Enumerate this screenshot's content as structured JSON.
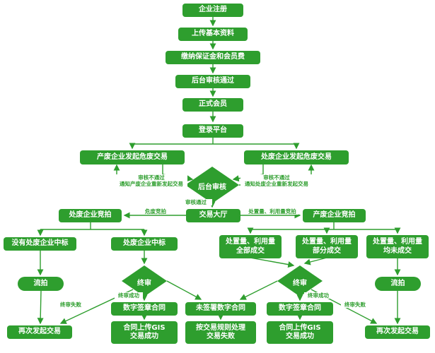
{
  "colors": {
    "green": "#2e9e2e"
  },
  "nodes": {
    "register": "企业注册",
    "upload": "上传基本资料",
    "deposit": "缴纳保证金和会员费",
    "backend_pass": "后台审核通过",
    "member": "正式会员",
    "login": "登录平台",
    "produce_initiate": "产废企业发起危废交易",
    "dispose_initiate": "处废企业发起危废交易",
    "backend_review": "后台审核",
    "hall": "交易大厅",
    "dispose_bid": "处废企业竞拍",
    "produce_bid": "产废企业竞拍",
    "no_winner": "没有处废企业中标",
    "winner": "处废企业中标",
    "all_deal": "处置量、利用量\n全部成交",
    "part_deal": "处置量、利用量\n部分成交",
    "none_deal": "处置量、利用量\n均未成交",
    "fail_auction": "流拍",
    "final_review": "终审",
    "sign_contract": "数字签章合同",
    "unsigned_contract": "未签署数字合同",
    "gis_success": "合同上传GIS\n交易成功",
    "rule_fail": "按交易规则处理\n交易失败",
    "retry": "再次发起交易"
  },
  "edge_labels": {
    "reject_left": "审核不通过\n通知产废企业重新发起交易",
    "reject_right": "审核不通过\n通知处废企业重新发起交易",
    "pass": "审核通过",
    "bid_left": "危废竞拍",
    "bid_right": "处置量、利用量竞拍",
    "final_ok": "终审成功",
    "final_fail": "终审失败"
  }
}
